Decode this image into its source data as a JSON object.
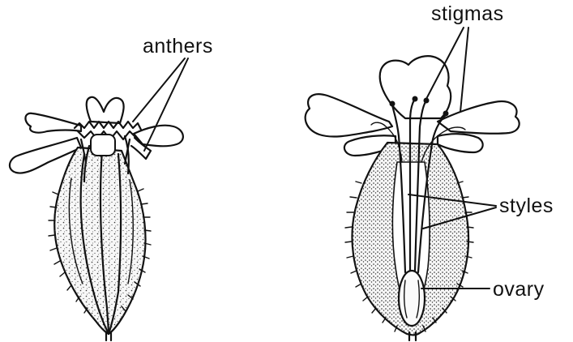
{
  "labels": {
    "anthers": "anthers",
    "stigmas": "stigmas",
    "styles": "styles",
    "ovary": "ovary"
  }
}
